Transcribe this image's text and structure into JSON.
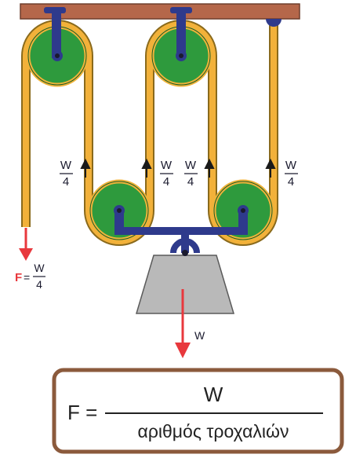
{
  "labels": {
    "force_letter": "F",
    "equals": "=",
    "w": "W",
    "four": "4",
    "weight": "W"
  },
  "formula": {
    "lhs": "F =",
    "numerator": "W",
    "denominator": "αριθμός τροχαλιών"
  },
  "colors": {
    "ceiling": "#b5674a",
    "pulley_wheel": "#2e9a3d",
    "pulley_rim": "#f0b33a",
    "rope": "#f2b13a",
    "rope_edge": "#8a6a1c",
    "bracket": "#2e3a8c",
    "weight_fill": "#b9b9b9",
    "arrow_red": "#e8383d",
    "arrow_black": "#1a1a1a",
    "formula_border": "#8b5a3c"
  },
  "icons": [
    "pulley-icon",
    "weight-icon",
    "arrow-up-icon",
    "arrow-down-icon"
  ]
}
